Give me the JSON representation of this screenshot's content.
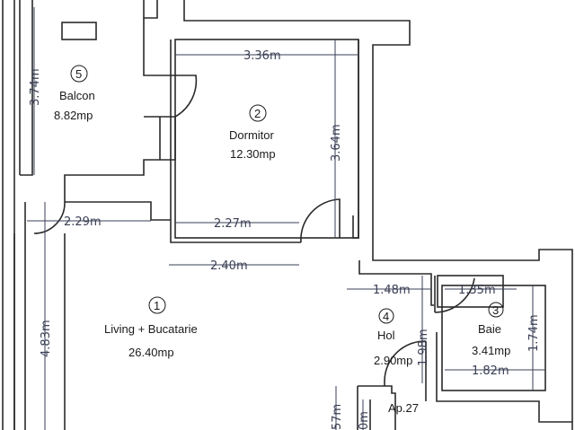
{
  "plan": {
    "apartment_label": "Ap.27",
    "rooms": [
      {
        "number": "1",
        "name": "Living + Bucatarie",
        "area": "26.40mp"
      },
      {
        "number": "2",
        "name": "Dormitor",
        "area": "12.30mp"
      },
      {
        "number": "3",
        "name": "Baie",
        "area": "3.41mp"
      },
      {
        "number": "4",
        "name": "Hol",
        "area": "2.90mp"
      },
      {
        "number": "5",
        "name": "Balcon",
        "area": "8.82mp"
      }
    ],
    "dimensions": {
      "balcon_height": "3.74m",
      "dormitor_width": "3.36m",
      "dormitor_height": "3.64m",
      "dormitor_bottom": "2.27m",
      "living_top_left": "2.29m",
      "living_top_right": "2.40m",
      "living_height": "4.83m",
      "hol_width": "1.48m",
      "hol_height": "1.98m",
      "baie_top": "1.35m",
      "baie_height": "1.74m",
      "baie_bottom": "1.82m",
      "entry_1": "57m",
      "entry_2": "0m"
    },
    "colors": {
      "walls": "#2a2a2a",
      "dimension": "#3a3f55",
      "background": "#ffffff"
    }
  }
}
